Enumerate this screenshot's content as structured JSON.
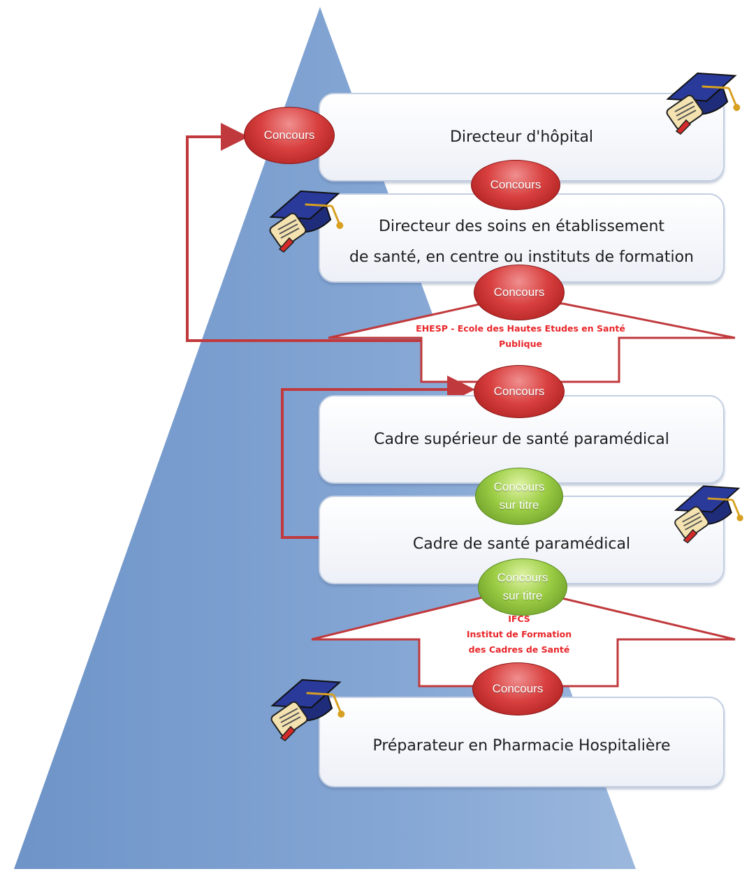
{
  "colors": {
    "pyramid": "#7a9ece",
    "arrow_stroke": "#c0393c",
    "badge_red": "#c62a2a",
    "badge_green": "#8cc23b",
    "school_text": "#e8262a"
  },
  "levels": {
    "directeur_hopital": "Directeur d'hôpital",
    "directeur_soins_line1": "Directeur des soins en établissement",
    "directeur_soins_line2": "de santé, en centre ou instituts de formation",
    "cadre_superieur": "Cadre supérieur de santé paramédical",
    "cadre_sante": "Cadre de santé paramédical",
    "preparateur": "Préparateur en Pharmacie Hospitalière"
  },
  "badges": {
    "concours": "Concours",
    "concours_sur_titre_line1": "Concours",
    "concours_sur_titre_line2": "sur titre"
  },
  "schools": {
    "ehesp_line1": "EHESP - Ecole des Hautes Etudes en Santé",
    "ehesp_line2": "Publique",
    "ifcs_line1": "IFCS",
    "ifcs_line2": "Institut de Formation",
    "ifcs_line3": "des Cadres de Santé"
  },
  "icons": [
    "graduation-cap-diploma-icon"
  ]
}
